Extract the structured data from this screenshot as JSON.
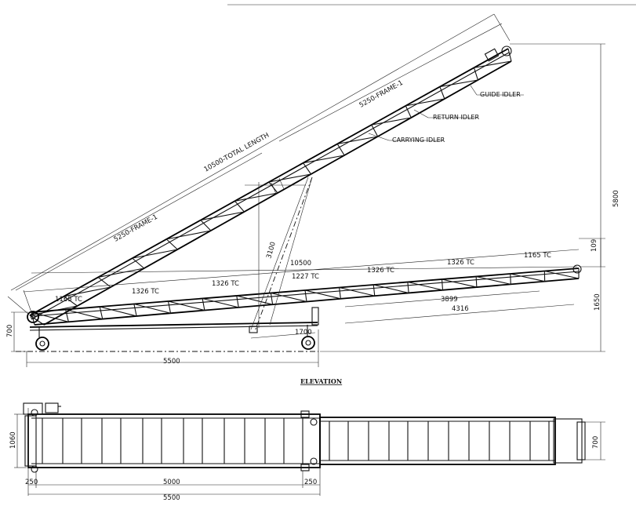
{
  "view_title": "ELEVATION",
  "labels": {
    "guide_idler": "GUIDE IDLER",
    "return_idler": "RETURN IDLER",
    "carrying_idler": "CARRYING IDLER"
  },
  "dims": {
    "total_length": "10500-TOTAL LENGTH",
    "frame1_upper": "5250-FRAME-1",
    "frame1_lower": "5250-FRAME-1",
    "height_max": "5800",
    "height_low": "1650",
    "head_small": "109",
    "strut": "3100",
    "flat_length": "10500",
    "tc_1165_a": "1165  TC",
    "tc_1326_a": "1326  TC",
    "tc_1326_b": "1326  TC",
    "tc_1227": "1227  TC",
    "tc_1326_c": "1326  TC",
    "tc_1326_d": "1326  TC",
    "tc_1165_b": "1165  TC",
    "d_3899": "3899",
    "d_4316": "4316",
    "d_1700": "1700",
    "d_700_left": "700",
    "d_5500_elev": "5500",
    "d_1060": "1060",
    "d_700_right": "700",
    "d_250_left": "250",
    "d_5000": "5000",
    "d_250_right": "250",
    "d_5500_plan": "5500"
  }
}
